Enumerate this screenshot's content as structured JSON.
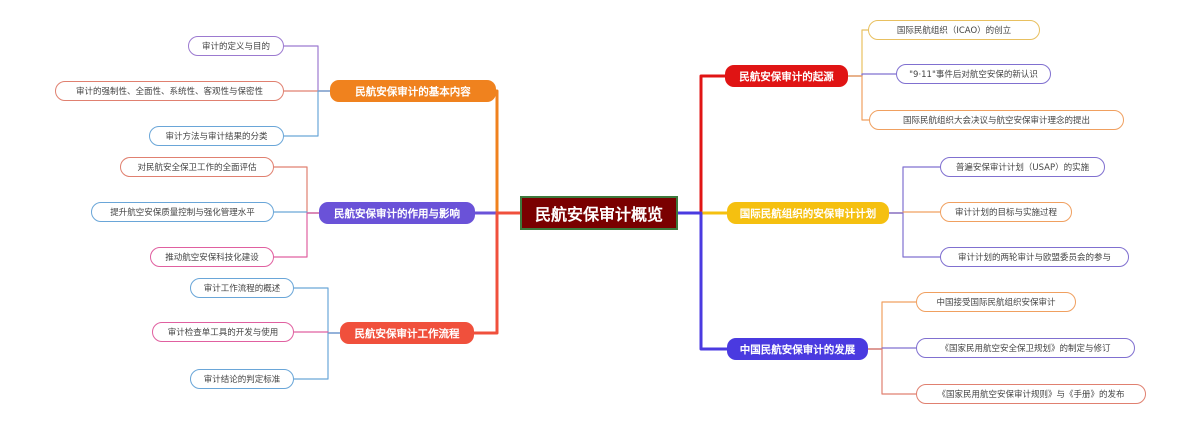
{
  "root": {
    "label": "民航安保审计概览",
    "color": "#7a0000"
  },
  "left_branches": [
    {
      "label": "民航安保审计的基本内容",
      "color": "#f0821e",
      "children": [
        {
          "label": "审计的定义与目的",
          "color": "#9c7ad0"
        },
        {
          "label": "审计的强制性、全面性、系统性、客观性与保密性",
          "color": "#e08070"
        },
        {
          "label": "审计方法与审计结果的分类",
          "color": "#6aa6d8"
        }
      ]
    },
    {
      "label": "民航安保审计的作用与影响",
      "color": "#6a52d8",
      "children": [
        {
          "label": "对民航安全保卫工作的全面评估",
          "color": "#e08070"
        },
        {
          "label": "提升航空安保质量控制与强化管理水平",
          "color": "#6aa6d8"
        },
        {
          "label": "推动航空安保科技化建设",
          "color": "#e060a0"
        }
      ]
    },
    {
      "label": "民航安保审计工作流程",
      "color": "#f0503c",
      "children": [
        {
          "label": "审计工作流程的概述",
          "color": "#6aa6d8"
        },
        {
          "label": "审计检查单工具的开发与使用",
          "color": "#e060a0"
        },
        {
          "label": "审计结论的判定标准",
          "color": "#6aa6d8"
        }
      ]
    }
  ],
  "right_branches": [
    {
      "label": "民航安保审计的起源",
      "color": "#e01414",
      "children": [
        {
          "label": "国际民航组织（ICAO）的创立",
          "color": "#e8c060"
        },
        {
          "label": "\"9·11\"事件后对航空安保的新认识",
          "color": "#8070d0"
        },
        {
          "label": "国际民航组织大会决议与航空安保审计理念的提出",
          "color": "#f0a060"
        }
      ]
    },
    {
      "label": "国际民航组织的安保审计计划",
      "color": "#f5c010",
      "children": [
        {
          "label": "普遍安保审计计划（USAP）的实施",
          "color": "#8070d0"
        },
        {
          "label": "审计计划的目标与实施过程",
          "color": "#f0a060"
        },
        {
          "label": "审计计划的两轮审计与欧盟委员会的参与",
          "color": "#8070d0"
        }
      ]
    },
    {
      "label": "中国民航安保审计的发展",
      "color": "#4a3ae0",
      "children": [
        {
          "label": "中国接受国际民航组织安保审计",
          "color": "#f0a060"
        },
        {
          "label": "《国家民用航空安全保卫规划》的制定与修订",
          "color": "#8070d0"
        },
        {
          "label": "《国家民用航空安保审计规则》与《手册》的发布",
          "color": "#e08070"
        }
      ]
    }
  ]
}
